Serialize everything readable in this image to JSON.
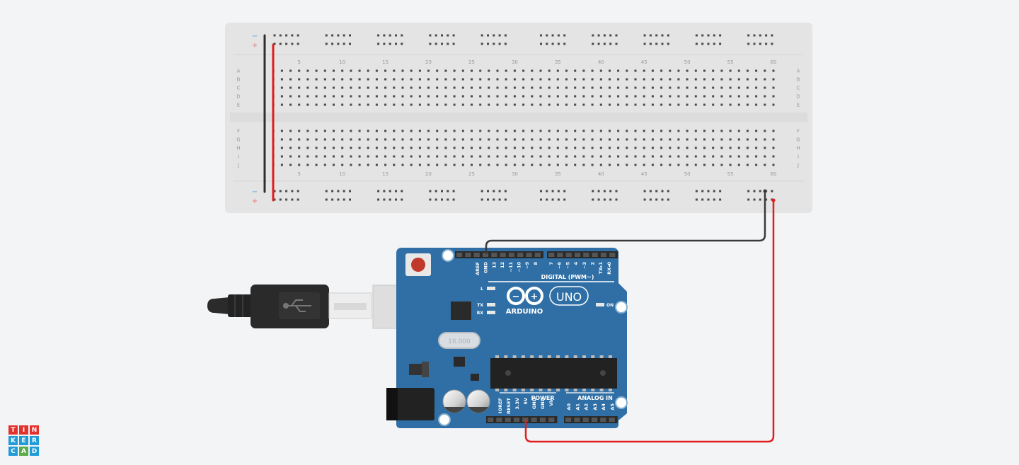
{
  "app": "Tinkercad",
  "logo_letters": [
    "T",
    "I",
    "N",
    "K",
    "E",
    "R",
    "C",
    "A",
    "D"
  ],
  "logo_colors": [
    "#e2322d",
    "#e2322d",
    "#e2322d",
    "#1f9bd8",
    "#1f9bd8",
    "#1f9bd8",
    "#1f9bd8",
    "#59ac47",
    "#1f9bd8"
  ],
  "breadboard": {
    "columns": 60,
    "col_numbers": [
      "5",
      "10",
      "15",
      "20",
      "25",
      "30",
      "35",
      "40",
      "45",
      "50",
      "55",
      "60"
    ],
    "rows_top": [
      "A",
      "B",
      "C",
      "D",
      "E"
    ],
    "rows_bottom": [
      "F",
      "G",
      "H",
      "I",
      "J"
    ],
    "rail_minus": "−",
    "rail_plus": "+"
  },
  "arduino": {
    "brand": "ARDUINO",
    "model": "UNO",
    "crystal": "16.000",
    "digital_label": "DIGITAL (PWM~)",
    "digital_pins": [
      "AREF",
      "GND",
      "13",
      "12",
      "~11",
      "~10",
      "~9",
      "8",
      "7",
      "~6",
      "~5",
      "4",
      "~3",
      "2",
      "TX▸1",
      "RX◂0"
    ],
    "led_labels": [
      "L",
      "TX",
      "RX"
    ],
    "on_label": "ON",
    "power_label": "POWER",
    "analog_label": "ANALOG IN",
    "power_pins": [
      "IOREF",
      "RESET",
      "3.3V",
      "5V",
      "GND",
      "GND",
      "Vin"
    ],
    "analog_pins": [
      "A0",
      "A1",
      "A2",
      "A3",
      "A4",
      "A5"
    ]
  },
  "usb_symbol": "USB",
  "wires": {
    "gnd_color": "#3a3a3a",
    "power_color": "#e01e1e"
  },
  "colors": {
    "board": "#2f6fa5",
    "breadboard": "#e4e4e4",
    "background": "#f3f4f6"
  }
}
